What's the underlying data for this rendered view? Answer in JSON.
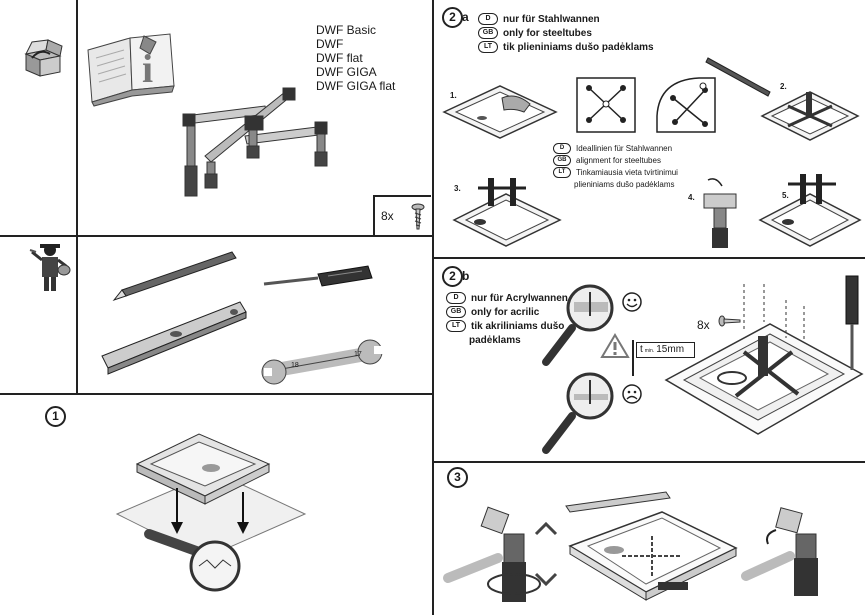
{
  "models": [
    "DWF Basic",
    "DWF",
    "DWF flat",
    "DWF GIGA",
    "DWF GIGA flat"
  ],
  "screw_count": "8x",
  "section_2a": {
    "number": "2",
    "suffix": "a",
    "lines": [
      {
        "code": "D",
        "text": "nur für Stahlwannen"
      },
      {
        "code": "GB",
        "text": "only for steeltubes"
      },
      {
        "code": "LT",
        "text": "tik plieniniams dušo padėklams"
      }
    ],
    "alignment_lines": [
      {
        "code": "D",
        "text": "Ideallinien für Stahlwannen"
      },
      {
        "code": "GB",
        "text": "alignment for steeltubes"
      },
      {
        "code": "LT",
        "text": "Tinkamiausia vieta tvirtinimui"
      }
    ],
    "alignment_extra": "plieniniams dušo padėklams",
    "substeps": [
      "1.",
      "2.",
      "3.",
      "4.",
      "5."
    ]
  },
  "section_2b": {
    "number": "2",
    "suffix": "b",
    "lines": [
      {
        "code": "D",
        "text": "nur für Acrylwannen"
      },
      {
        "code": "GB",
        "text": "only for acrilic"
      },
      {
        "code": "LT",
        "text": "tik akriliniams dušo"
      }
    ],
    "extra_line": "padėklams",
    "t_min_label": "t",
    "t_min_sub": "min.",
    "t_min_value": "15mm",
    "screw_count": "8x"
  },
  "section_1": {
    "number": "1"
  },
  "section_3": {
    "number": "3"
  },
  "wrench_marks": {
    "left": "18",
    "right": "17"
  }
}
